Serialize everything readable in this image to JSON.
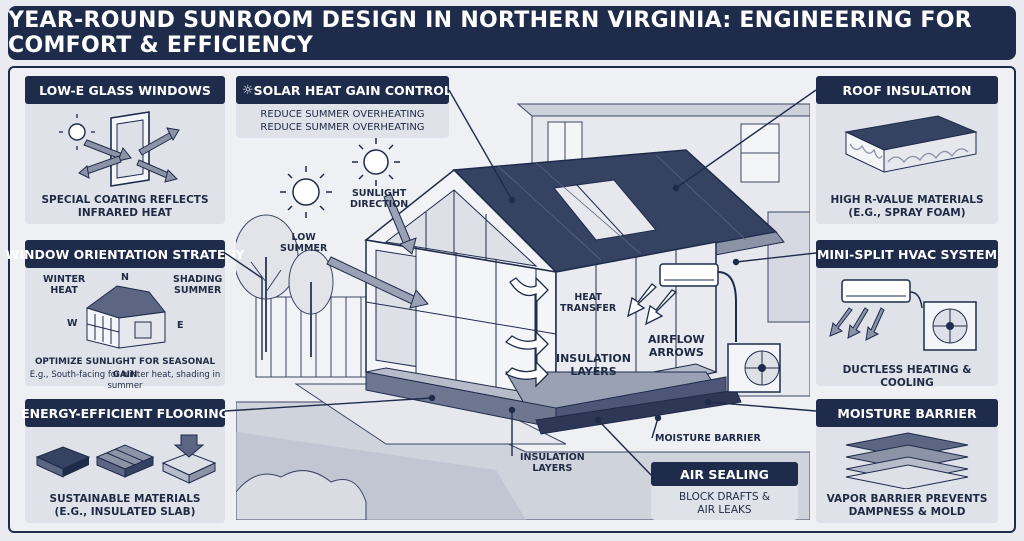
{
  "title": "YEAR-ROUND SUNROOM DESIGN IN NORTHERN VIRGINIA: ENGINEERING FOR COMFORT & EFFICIENCY",
  "colors": {
    "navy": "#1e2b4a",
    "panel": "#dfe2e9",
    "background": "#eef0f4"
  },
  "panels": {
    "low_e": {
      "heading": "LOW-E GLASS WINDOWS",
      "caption_line1": "SPECIAL COATING REFLECTS",
      "caption_line2": "INFRARED HEAT",
      "icon": "window-sun-icon"
    },
    "orientation": {
      "heading": "WINDOW ORIENTATION STRATEGY",
      "labels": {
        "winter_heat_1": "WINTER",
        "winter_heat_2": "HEAT",
        "north": "N",
        "shading_1": "SHADING",
        "shading_2": "SUMMER",
        "west": "W",
        "east": "E"
      },
      "caption": "OPTIMIZE SUNLIGHT FOR SEASONAL GAIN",
      "subcaption": "E.g., South-facing for winter heat, shading in summer",
      "icon": "house-compass-icon"
    },
    "flooring": {
      "heading": "ENERGY-EFFICIENT FLOORING",
      "caption_line1": "SUSTAINABLE MATERIALS",
      "caption_line2": "(e.g., INSULATED SLAB)",
      "icon": "floor-tiles-icon"
    },
    "solar": {
      "heading": "SOLAR HEAT GAIN CONTROL",
      "line1": "REDUCE SUMMER OVERHEATING",
      "line2": "REDUCE SUMMER OVERHEATING",
      "icon": "thermometer-sun-icon"
    },
    "roof": {
      "heading": "ROOF INSULATION",
      "caption_line1": "HIGH R-VALUE MATERIALS",
      "caption_line2": "(e.g., SPRAY FOAM)",
      "icon": "roof-layer-icon"
    },
    "hvac": {
      "heading": "MINI-SPLIT HVAC SYSTEM",
      "caption": "DUCTLESS HEATING & COOLING",
      "icon": "mini-split-icon"
    },
    "moisture": {
      "heading": "MOISTURE BARRIER",
      "caption_line1": "VAPOR BARRIER PREVENTS",
      "caption_line2": "DAMPNESS & MOLD",
      "icon": "layered-sheets-icon"
    },
    "air_sealing": {
      "heading": "AIR SEALING",
      "line1": "BLOCK DRAFTS &",
      "line2": "AIR LEAKS"
    }
  },
  "callouts": {
    "low_summer_1": "LOW",
    "low_summer_2": "SUMMER",
    "sunlight_1": "SUNLIGHT",
    "sunlight_2": "DIRECTION",
    "heat_1": "HEAT",
    "heat_2": "TRANSFER",
    "airflow_1": "AIRFLOW",
    "airflow_2": "ARROWS",
    "insulation_1": "INSULATION",
    "insulation_2": "LAYERS",
    "insulation_bottom_1": "INSULATION",
    "insulation_bottom_2": "LAYERS",
    "moisture_barrier": "MOISTURE BARRIER"
  }
}
